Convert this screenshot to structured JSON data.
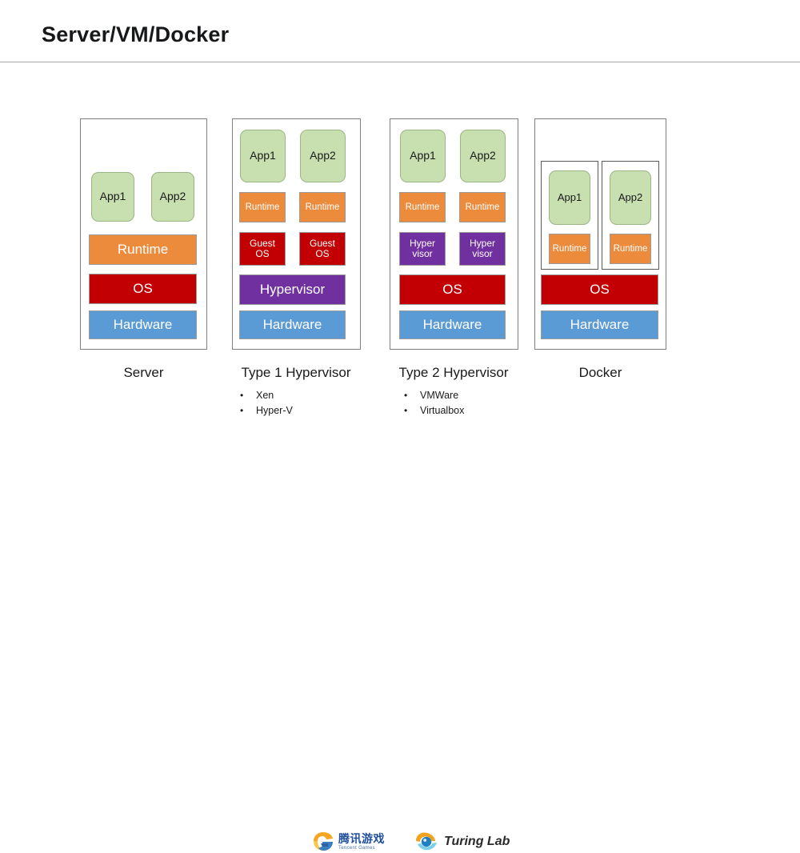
{
  "slide": {
    "title": "Server/VM/Docker"
  },
  "columns": [
    {
      "id": "server",
      "caption": "Server",
      "apps": [
        "App1",
        "App2"
      ],
      "runtime_label": "Runtime",
      "os_label": "OS",
      "hardware_label": "Hardware",
      "bullets": []
    },
    {
      "id": "type1-hypervisor",
      "caption": "Type 1 Hypervisor",
      "apps": [
        "App1",
        "App2"
      ],
      "runtime_labels": [
        "Runtime",
        "Runtime"
      ],
      "guest_os_labels": [
        "Guest\nOS",
        "Guest\nOS"
      ],
      "guest_os_line1": "Guest",
      "guest_os_line2": "OS",
      "hypervisor_label": "Hypervisor",
      "hardware_label": "Hardware",
      "bullets": [
        "Xen",
        "Hyper-V"
      ]
    },
    {
      "id": "type2-hypervisor",
      "caption": "Type 2 Hypervisor",
      "apps": [
        "App1",
        "App2"
      ],
      "runtime_labels": [
        "Runtime",
        "Runtime"
      ],
      "hypervisor_line1": "Hyper",
      "hypervisor_line2": "visor",
      "os_label": "OS",
      "hardware_label": "Hardware",
      "bullets": [
        "VMWare",
        "Virtualbox"
      ]
    },
    {
      "id": "docker",
      "caption": "Docker",
      "apps": [
        "App1",
        "App2"
      ],
      "runtime_labels": [
        "Runtime",
        "Runtime"
      ],
      "os_label": "OS",
      "hardware_label": "Hardware",
      "bullets": []
    }
  ],
  "bullet_marker": "•",
  "logos": {
    "tencent": {
      "name_cn": "腾讯游戏",
      "name_en": "Tencent Games"
    },
    "turing": {
      "name": "Turing Lab"
    }
  },
  "colors": {
    "app": "#c8dfb0",
    "runtime": "#ed8b3c",
    "os": "#c20004",
    "hypervisor": "#7030a0",
    "hardware": "#5b9bd5",
    "panel_border": "#808080",
    "rule": "#a6a6a6"
  }
}
